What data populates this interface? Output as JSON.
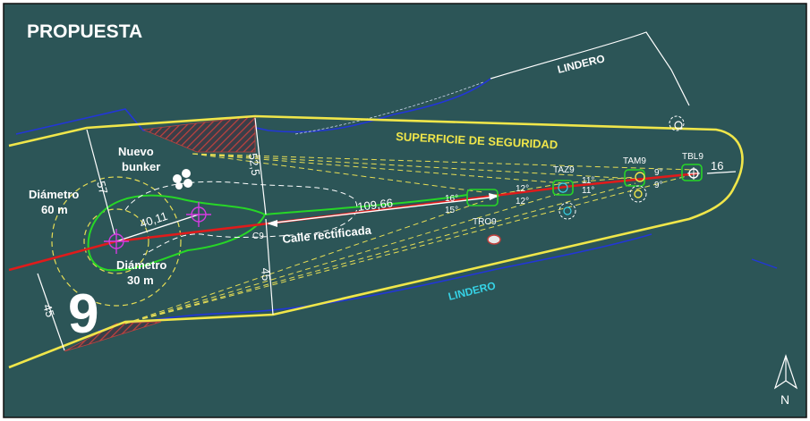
{
  "title": "PROPUESTA",
  "hole_number": "9",
  "labels": {
    "lindero_top": "LINDERO",
    "lindero_bottom": "LINDERO",
    "superficie": "SUPERFICIE DE SEGURIDAD",
    "nuevo_bunker_1": "Nuevo",
    "nuevo_bunker_2": "bunker",
    "diametro60_1": "Diámetro",
    "diametro60_2": "60 m",
    "diametro30_1": "Diámetro",
    "diametro30_2": "30 m",
    "calle": "Calle rectificada",
    "c9": "C9",
    "north": "N"
  },
  "dimensions": {
    "d57": "57",
    "d52_5": "52,5",
    "d45_mid": "45",
    "d45_left": "45",
    "d40_11": "40,11",
    "d109_66": "109,66",
    "d16": "16"
  },
  "tees": {
    "tro9": "TRO9",
    "taz9": "TAZ9",
    "tam9": "TAM9",
    "tbl9": "TBL9"
  },
  "angles": {
    "a16": "16°",
    "a15": "15°",
    "a12a": "12°",
    "a12b": "12°",
    "a11a": "11°",
    "a11b": "11°",
    "a9a": "9°",
    "a9b": "9°"
  },
  "colors": {
    "background": "#2c5557",
    "safety_line": "#f0e64a",
    "fairway": "#27d627",
    "boundary": "#1f2fd6",
    "center_line": "#e01b1b",
    "danger_hatch": "#b03a3a",
    "cyan_text": "#36d3e6"
  }
}
